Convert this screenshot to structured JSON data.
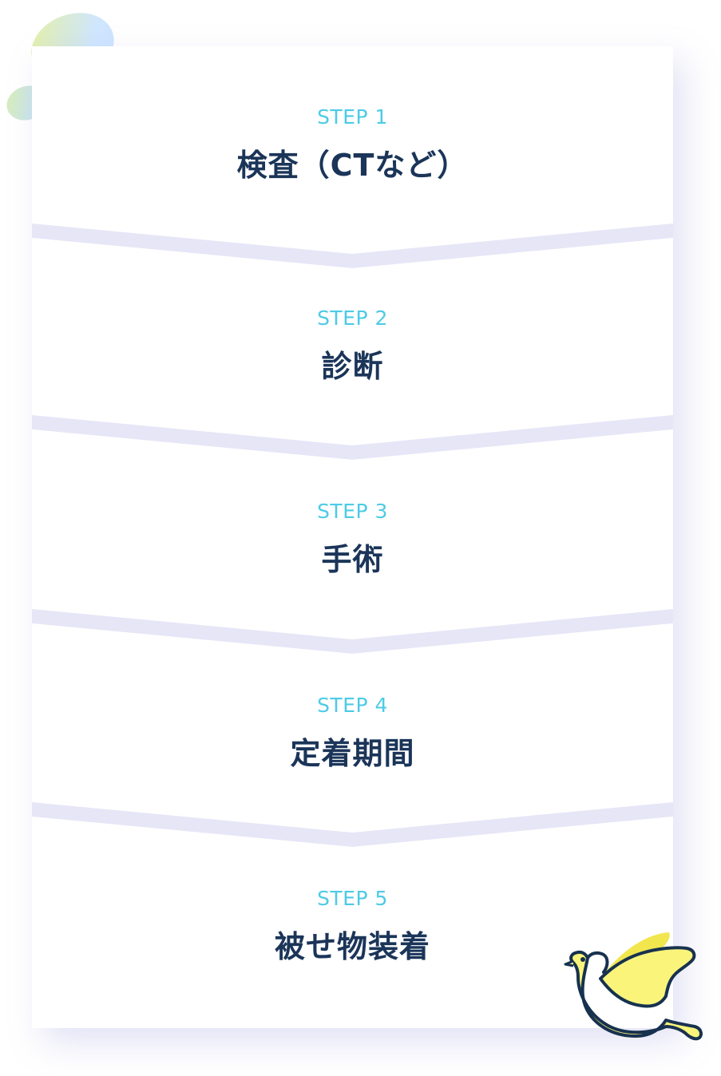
{
  "steps": [
    {
      "label": "STEP 1",
      "title": "検査（CTなど）"
    },
    {
      "label": "STEP 2",
      "title": "診断"
    },
    {
      "label": "STEP 3",
      "title": "手術"
    },
    {
      "label": "STEP 4",
      "title": "定着期間"
    },
    {
      "label": "STEP 5",
      "title": "被せ物装着"
    }
  ],
  "colors": {
    "step_label": "#4ccbe6",
    "step_title": "#1b3559",
    "connector": "#e6e6f7",
    "dove_fill": "#fbf47a",
    "dove_outline": "#17324f"
  },
  "icons": {
    "decor_top_left": "bubble-shapes",
    "decor_bottom_right": "dove-icon"
  }
}
